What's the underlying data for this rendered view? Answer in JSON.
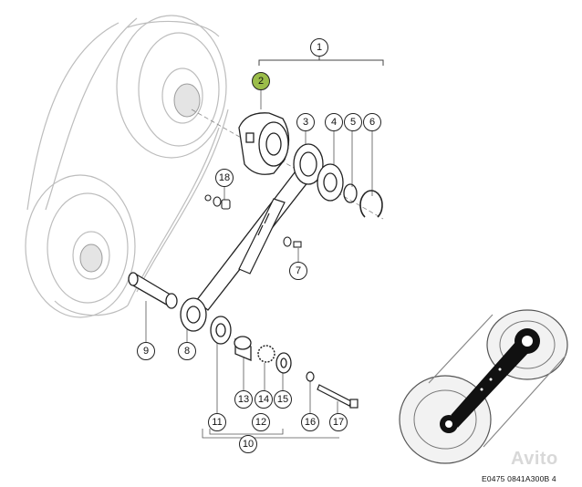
{
  "callouts": [
    {
      "id": "c1",
      "label": "1",
      "highlight": false
    },
    {
      "id": "c2",
      "label": "2",
      "highlight": true
    },
    {
      "id": "c3",
      "label": "3",
      "highlight": false
    },
    {
      "id": "c4",
      "label": "4",
      "highlight": false
    },
    {
      "id": "c5",
      "label": "5",
      "highlight": false
    },
    {
      "id": "c6",
      "label": "6",
      "highlight": false
    },
    {
      "id": "c7",
      "label": "7",
      "highlight": false
    },
    {
      "id": "c8",
      "label": "8",
      "highlight": false
    },
    {
      "id": "c9",
      "label": "9",
      "highlight": false
    },
    {
      "id": "c10",
      "label": "10",
      "highlight": false
    },
    {
      "id": "c11",
      "label": "11",
      "highlight": false
    },
    {
      "id": "c12",
      "label": "12",
      "highlight": false
    },
    {
      "id": "c13",
      "label": "13",
      "highlight": false
    },
    {
      "id": "c14",
      "label": "14",
      "highlight": false
    },
    {
      "id": "c15",
      "label": "15",
      "highlight": false
    },
    {
      "id": "c16",
      "label": "16",
      "highlight": false
    },
    {
      "id": "c17",
      "label": "17",
      "highlight": false
    },
    {
      "id": "c18",
      "label": "18",
      "highlight": false
    }
  ],
  "reference_code": "E0475 0841A300B 4",
  "watermark": "Avito",
  "colors": {
    "highlight": "#9bbd4a",
    "line": "#222222",
    "faded": "#bbbbbb"
  }
}
